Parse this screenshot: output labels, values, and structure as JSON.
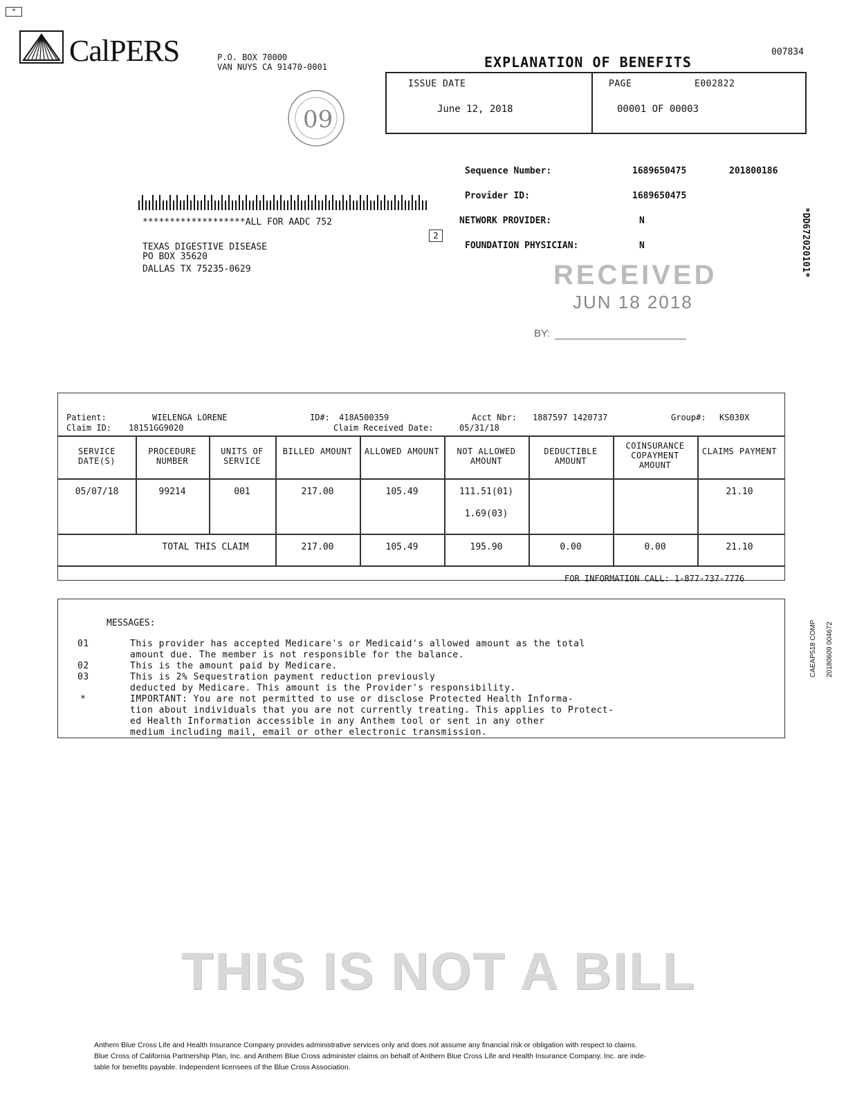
{
  "corner_mark": "*",
  "logo": {
    "text": "CalPERS"
  },
  "return_address": {
    "line1": "P.O. BOX 70000",
    "line2": "VAN NUYS CA 91470-0001"
  },
  "seal": {
    "text": "09"
  },
  "document": {
    "title": "EXPLANATION OF BENEFITS",
    "code": "007834",
    "issue_date_label": "ISSUE DATE",
    "issue_date": "June 12, 2018",
    "page_label": "PAGE",
    "page_code": "E002822",
    "page_of": "00001 OF 00003"
  },
  "info": {
    "sequence_label": "Sequence Number:",
    "sequence_value1": "1689650475",
    "sequence_value2": "201800186",
    "provider_label": "Provider ID:",
    "provider_value": "1689650475",
    "network_label": "NETWORK PROVIDER:",
    "network_value": "N",
    "foundation_label": "FOUNDATION PHYSICIAN:",
    "foundation_value": "N"
  },
  "addressee": {
    "line1": "*******************ALL FOR AADC 752",
    "line2": "TEXAS DIGESTIVE DISEASE",
    "line3": "PO BOX 35620",
    "line4": "DALLAS TX 75235-0629",
    "tray": "2"
  },
  "stamp": {
    "text": "RECEIVED",
    "date": "JUN 18 2018",
    "by": "BY:"
  },
  "vertical_id": "*DD672020101*",
  "claim": {
    "patient_label": "Patient:",
    "patient_name": "WIELENGA LORENE",
    "id_label": "ID#:",
    "id_value": "418A500359",
    "acct_label": "Acct Nbr:",
    "acct_value": "1887597 1420737",
    "group_label": "Group#:",
    "group_value": "KS030X",
    "claim_id_label": "Claim ID:",
    "claim_id_value": "18151GG9020",
    "received_label": "Claim Received Date:",
    "received_value": "05/31/18",
    "headers": [
      "SERVICE DATE(S)",
      "PROCEDURE NUMBER",
      "UNITS OF SERVICE",
      "BILLED AMOUNT",
      "ALLOWED AMOUNT",
      "NOT ALLOWED AMOUNT",
      "DEDUCTIBLE AMOUNT",
      "COINSURANCE COPAYMENT AMOUNT",
      "CLAIMS PAYMENT"
    ],
    "row": {
      "date": "05/07/18",
      "procedure": "99214",
      "units": "001",
      "billed": "217.00",
      "allowed": "105.49",
      "not_allowed": "111.51(01)",
      "not_allowed2": "1.69(03)",
      "deductible": "",
      "copay": "",
      "payment": "21.10"
    },
    "total_label": "TOTAL THIS CLAIM",
    "total": {
      "billed": "217.00",
      "allowed": "105.49",
      "not_allowed": "195.90",
      "deductible": "0.00",
      "copay": "0.00",
      "payment": "21.10"
    },
    "info_call": "FOR INFORMATION CALL: 1-877-737-7776"
  },
  "messages": {
    "title": "MESSAGES:",
    "items": [
      {
        "code": "01",
        "lines": [
          "This provider has accepted Medicare's or Medicaid's allowed amount as the total",
          "amount due. The member is not responsible for the balance."
        ]
      },
      {
        "code": "02",
        "lines": [
          "This is the amount paid by Medicare."
        ]
      },
      {
        "code": "03",
        "lines": [
          "This is 2% Sequestration payment reduction previously",
          "deducted by Medicare. This amount is the Provider's responsibility."
        ]
      },
      {
        "code": "*",
        "lines": [
          "IMPORTANT: You are not permitted to use or disclose Protected Health Informa-",
          "tion about individuals that you are not currently treating. This applies to Protect-",
          "ed Health Information accessible in any Anthem tool or sent in any other",
          "medium including mail, email or other electronic transmission."
        ]
      }
    ]
  },
  "side_text": {
    "a": "CAEAP518 COMP",
    "b": "20180609 004672"
  },
  "not_a_bill": "THIS IS NOT A BILL",
  "footer": {
    "line1": "Anthem Blue Cross Life and Health Insurance Company provides administrative services only and does not assume any financial risk or obligation with respect to claims.",
    "line2": "Blue Cross of California Partnership Plan, Inc. and Anthem Blue Cross administer claims on behalf of Anthem Blue Cross Life and Health Insurance Company. Inc. are inde-",
    "line3": "table for benefits payable. Independent licensees of the Blue Cross Association."
  }
}
